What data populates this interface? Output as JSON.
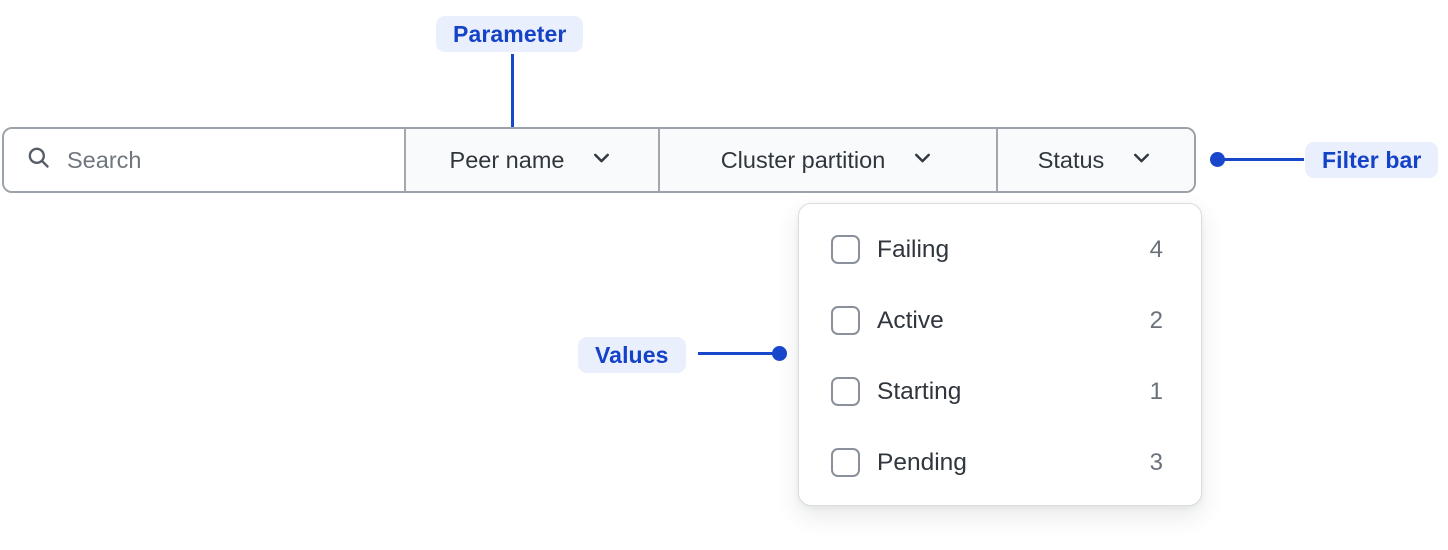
{
  "annotations": {
    "parameter": "Parameter",
    "filter_bar": "Filter bar",
    "values": "Values"
  },
  "filter_bar": {
    "search": {
      "icon": "search-icon",
      "placeholder": "Search",
      "value": ""
    },
    "dropdowns": [
      {
        "label": "Peer name",
        "icon": "chevron-down-icon"
      },
      {
        "label": "Cluster partition",
        "icon": "chevron-down-icon"
      },
      {
        "label": "Status",
        "icon": "chevron-down-icon",
        "open": true
      }
    ]
  },
  "status_dropdown": {
    "items": [
      {
        "label": "Failing",
        "count": "4",
        "checked": false
      },
      {
        "label": "Active",
        "count": "2",
        "checked": false
      },
      {
        "label": "Starting",
        "count": "1",
        "checked": false
      },
      {
        "label": "Pending",
        "count": "3",
        "checked": false
      }
    ]
  },
  "colors": {
    "annotation_accent": "#1847cb",
    "annotation_badge_bg": "#e9effc",
    "bar_border": "#9ca2aa",
    "segment_bg": "#f9fafb",
    "text_primary": "#30363d",
    "text_muted": "#6a717b",
    "placeholder": "#70767f",
    "checkbox_border": "#8a919c"
  }
}
